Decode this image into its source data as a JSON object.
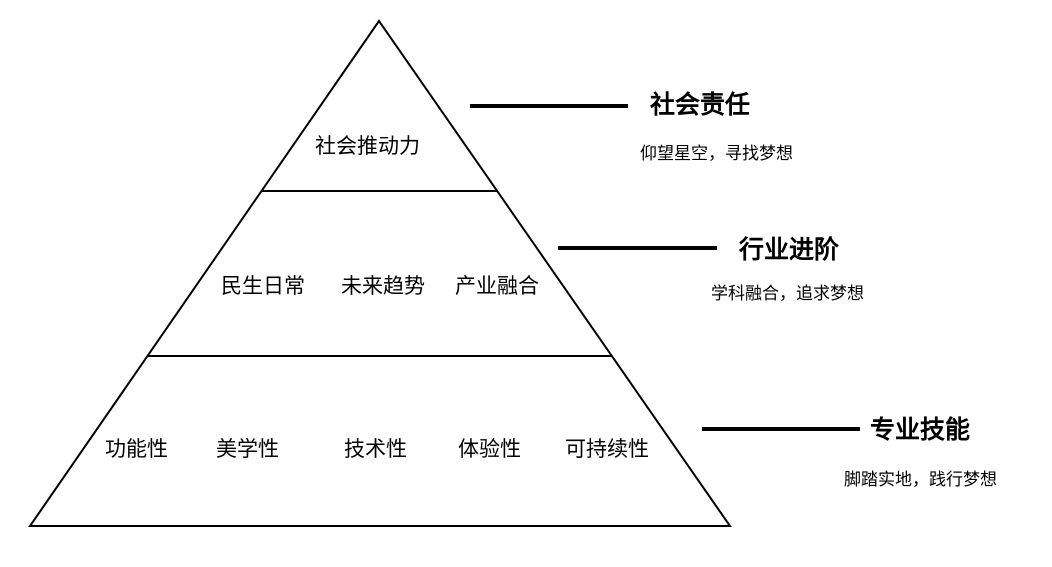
{
  "pyramid": {
    "top": {
      "items": [
        "社会推动力"
      ]
    },
    "middle": {
      "items": [
        "民生日常",
        "未来趋势",
        "产业融合"
      ]
    },
    "bottom": {
      "items": [
        "功能性",
        "美学性",
        "技术性",
        "体验性",
        "可持续性"
      ]
    }
  },
  "side": [
    {
      "title": "社会责任",
      "subtitle": "仰望星空，寻找梦想"
    },
    {
      "title": "行业进阶",
      "subtitle": "学科融合，追求梦想"
    },
    {
      "title": "专业技能",
      "subtitle": "脚踏实地，践行梦想"
    }
  ]
}
